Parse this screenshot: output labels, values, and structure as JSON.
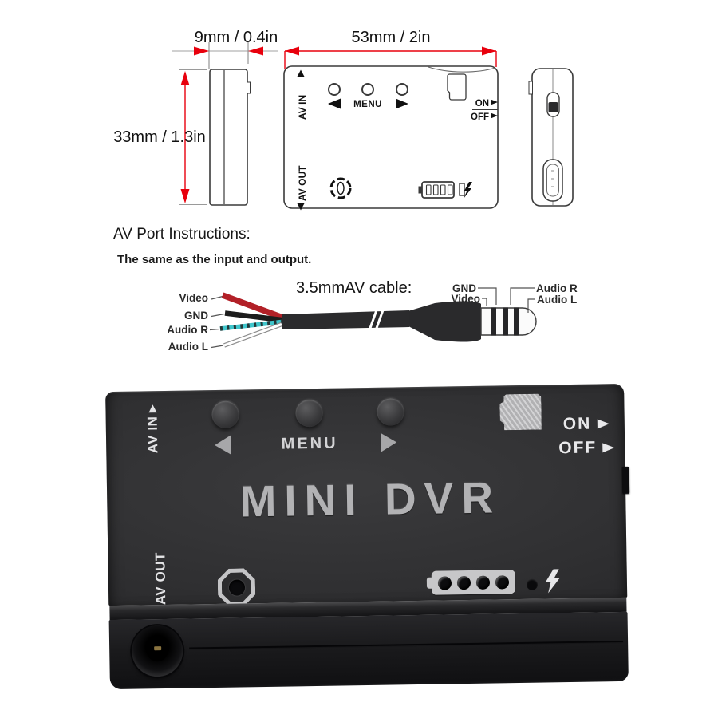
{
  "dimensions": {
    "side_width": "9mm / 0.4in",
    "top_width": "53mm / 2in",
    "height": "33mm / 1.3in"
  },
  "top_view": {
    "av_in": "AV IN",
    "menu": "MENU",
    "on": "ON",
    "off": "OFF",
    "av_out": "AV OUT"
  },
  "instructions": {
    "title": "AV Port Instructions:",
    "subtitle": "The same as the input and output.",
    "cable_title": "3.5mmAV cable:",
    "wires": [
      {
        "name": "Video",
        "color": "#b22027"
      },
      {
        "name": "GND",
        "color": "#1a1a1a"
      },
      {
        "name": "Audio R",
        "color": "#3fc6cc"
      },
      {
        "name": "Audio L",
        "color": "#ffffff"
      }
    ],
    "plug": {
      "gnd": "GND",
      "video": "Video",
      "audio_r": "Audio R",
      "audio_l": "Audio L"
    }
  },
  "device": {
    "av_in": "AV IN",
    "menu": "MENU",
    "brand": "MINI DVR",
    "on": "ON",
    "off": "OFF",
    "av_out": "AV OUT"
  },
  "colors": {
    "dimension_red": "#e8000d",
    "line_art": "#3a3a3a",
    "body_black": "#2d2d2f",
    "etch_silver": "#c6c6c8"
  }
}
